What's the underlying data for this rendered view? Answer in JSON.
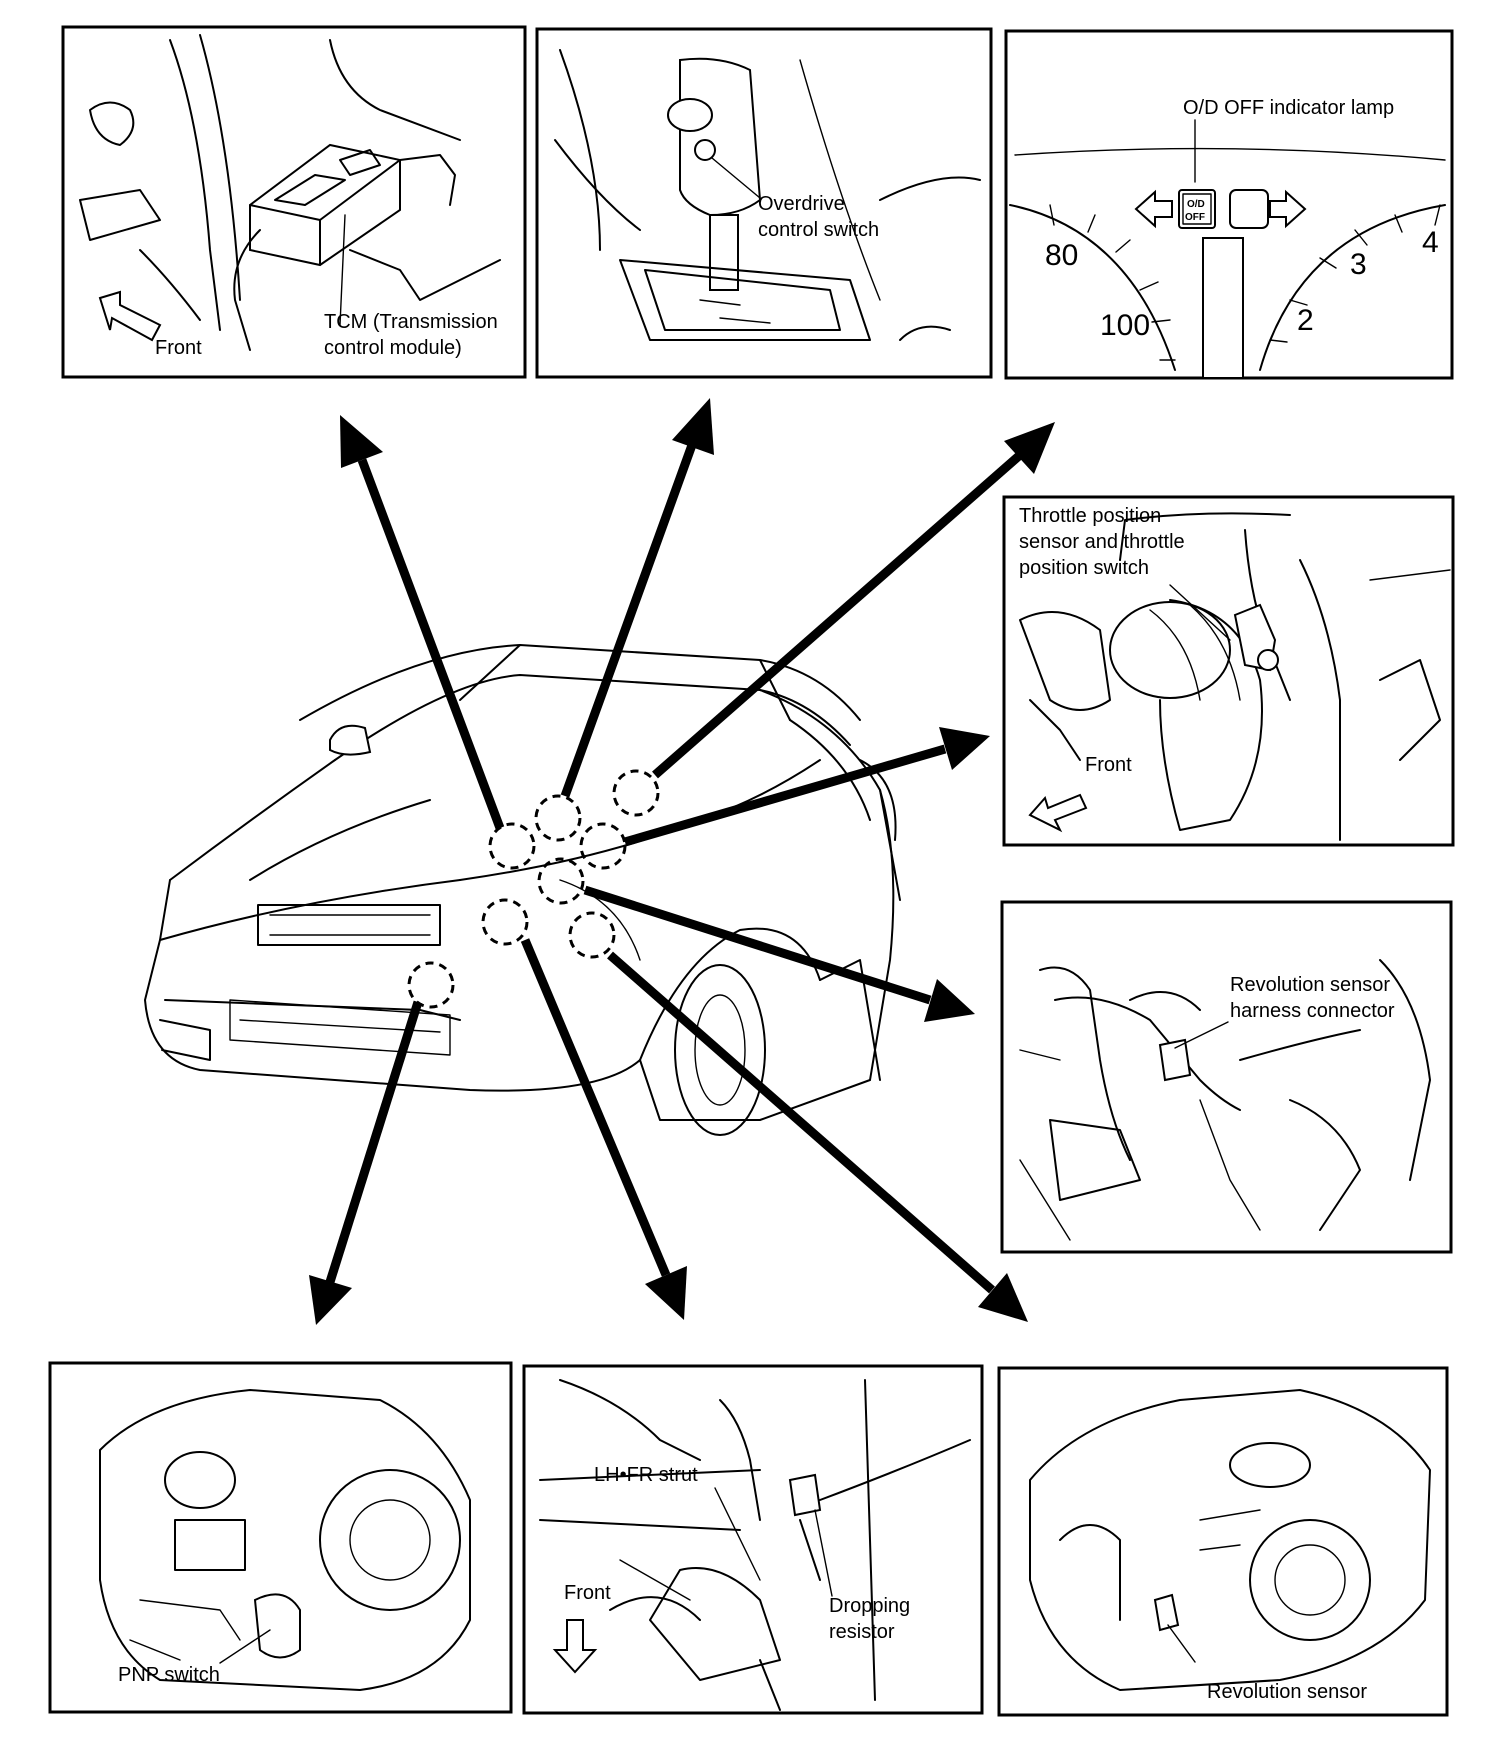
{
  "panels": {
    "tcm": {
      "label_line1": "TCM (Transmission",
      "label_line2": "control module)",
      "front": "Front"
    },
    "overdrive": {
      "label_line1": "Overdrive",
      "label_line2": "control switch"
    },
    "od_lamp": {
      "label": "O/D OFF indicator lamp",
      "lamp_line1": "O/D",
      "lamp_line2": "OFF",
      "gauge_80": "80",
      "gauge_100": "100",
      "gauge_2": "2",
      "gauge_3": "3",
      "gauge_4": "4"
    },
    "throttle": {
      "label_line1": "Throttle position",
      "label_line2": "sensor and throttle",
      "label_line3": "position switch",
      "front": "Front"
    },
    "rev_connector": {
      "label_line1": "Revolution sensor",
      "label_line2": "harness connector"
    },
    "pnp": {
      "label": "PNP switch"
    },
    "resistor": {
      "strut_label": "LH•FR strut",
      "front": "Front",
      "label_line1": "Dropping",
      "label_line2": "resistor"
    },
    "rev_sensor": {
      "label": "Revolution sensor"
    }
  }
}
